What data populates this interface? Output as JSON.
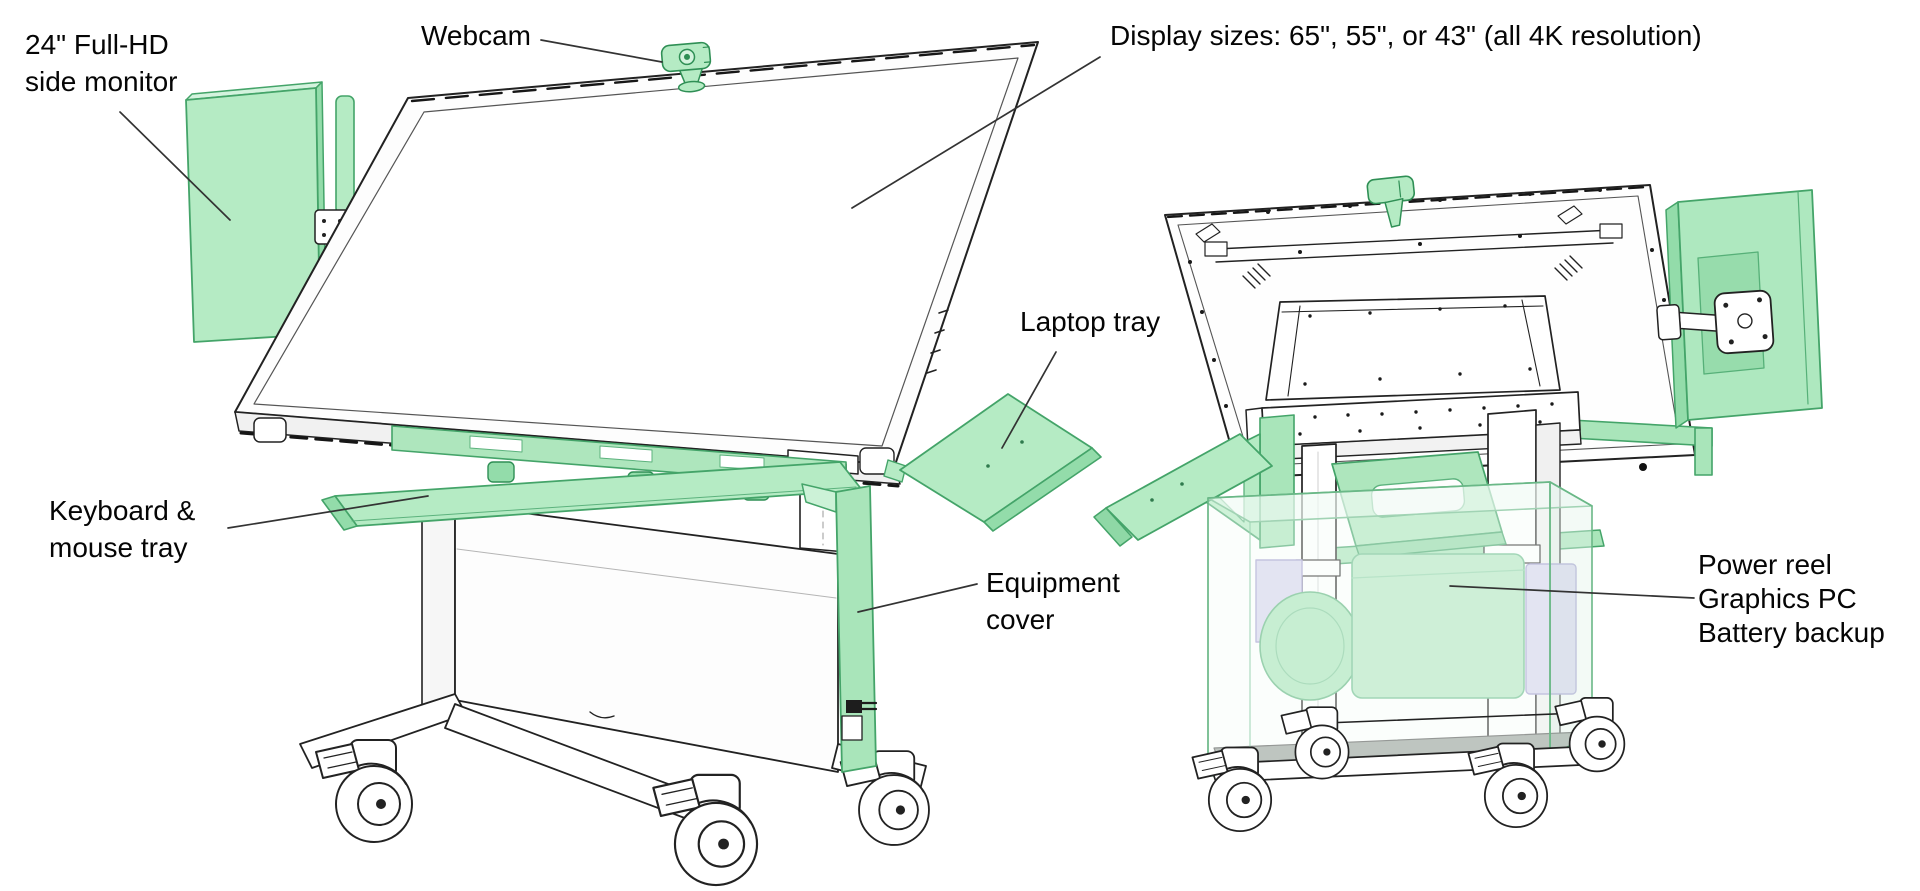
{
  "diagram": {
    "labels": {
      "side_monitor": "24\" Full-HD\nside monitor",
      "webcam": "Webcam",
      "display_sizes": "Display sizes: 65\", 55\", or 43\" (all 4K resolution)",
      "laptop_tray": "Laptop tray",
      "keyboard_tray": "Keyboard &\nmouse tray",
      "equipment_cover": "Equipment\ncover",
      "equipment_contents": "Power reel\nGraphics PC\nBattery backup"
    },
    "colors": {
      "highlight": "#b5ebc4",
      "highlight_light": "#d4f3de",
      "highlight_dark": "#93dcaa",
      "highlight_stroke": "#44a469",
      "lavender": "#d8d4ee",
      "line": "#222222",
      "background": "#ffffff"
    }
  }
}
